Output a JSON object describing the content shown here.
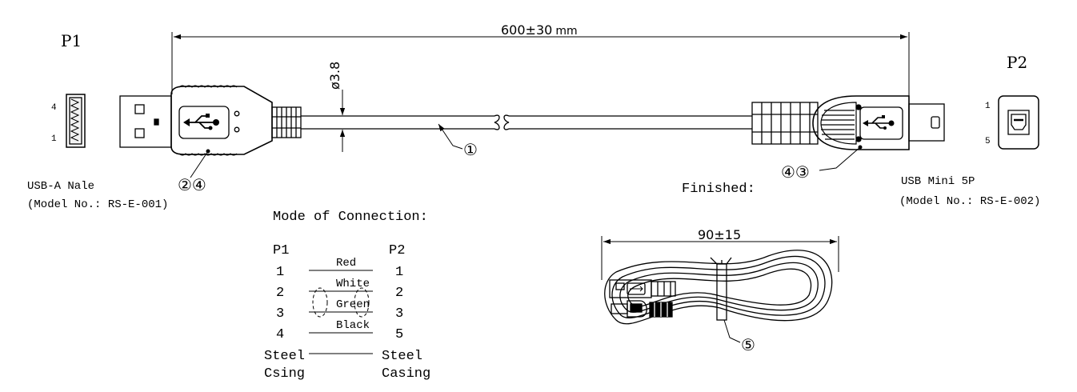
{
  "labels": {
    "p1_title": "P1",
    "p2_title": "P2",
    "length_dim": "600±30",
    "length_unit": "mm",
    "diameter": "ø3.8",
    "p1_pin_top": "4",
    "p1_pin_bottom": "1",
    "p2_pin_top": "1",
    "p2_pin_bottom": "5",
    "p1_name": "USB-A Nale",
    "p1_model": "(Model No.: RS-E-001)",
    "p2_name": "USB Mini 5P",
    "p2_model": "(Model No.: RS-E-002)",
    "callout_cable": "①",
    "callout_p1": "②④",
    "callout_p2": "④③",
    "finished": "Finished:",
    "coil_dim": "90±15",
    "callout_tie": "⑤"
  },
  "connection": {
    "title": "Mode of Connection:",
    "p1_header": "P1",
    "p2_header": "P2",
    "rows": [
      {
        "p1": "1",
        "color": "Red",
        "p2": "1"
      },
      {
        "p1": "2",
        "color": "White",
        "p2": "2"
      },
      {
        "p1": "3",
        "color": "Green",
        "p2": "3"
      },
      {
        "p1": "4",
        "color": "Black",
        "p2": "5"
      }
    ],
    "shield_left_1": "Steel",
    "shield_left_2": "Csing",
    "shield_right_1": "Steel",
    "shield_right_2": "Casing"
  }
}
